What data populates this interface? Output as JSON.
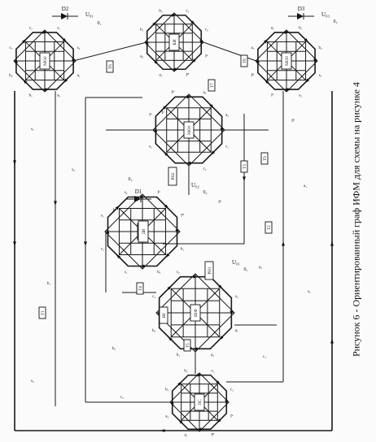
{
  "caption": "Рисунок 6 - Ориентированный граф ИФМ для схемы на рисунке 4",
  "diodes": [
    "D1",
    "D2",
    "D3"
  ],
  "power_labels": [
    "U₀₁",
    "U₀₂",
    "U₀₃"
  ],
  "ground_labels": [
    "0₁",
    "0₂",
    "0₃"
  ],
  "boxes": [
    "БИ",
    "ДИ",
    "ФИ",
    "РН1",
    "РН2",
    "ШФ",
    "МО1",
    "МО2",
    "МО3",
    "ЛС",
    "ВЕ",
    "Т1",
    "Т2",
    "Т3",
    "Т4",
    "Т5",
    "Т6",
    "Т7",
    "Т8",
    "Т9"
  ],
  "node_labels": [
    "a₁",
    "a₂",
    "b₁",
    "b₂",
    "c₁",
    "c₂",
    "s₁",
    "s₂",
    "Iᵘ",
    "Iᴮ"
  ]
}
